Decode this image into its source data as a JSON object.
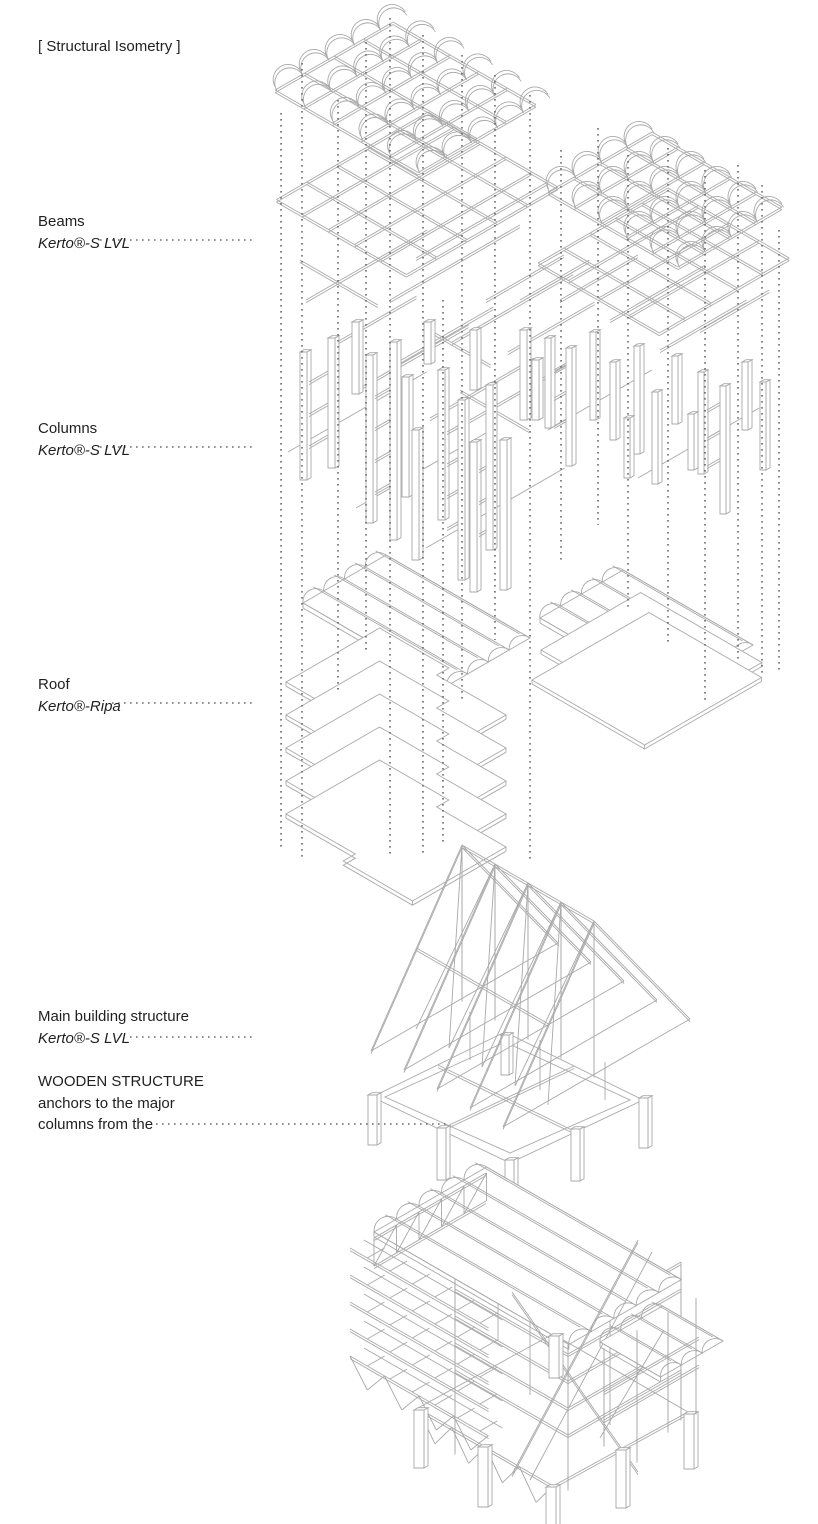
{
  "title": "[ Structural Isometry ]",
  "labels": {
    "beams": {
      "name": "Beams",
      "material": "Kerto®-S LVL"
    },
    "columns": {
      "name": "Columns",
      "material": "Kerto®-S LVL"
    },
    "roof": {
      "name": "Roof",
      "material": "Kerto®-Ripa"
    },
    "main_structure": {
      "name": "Main building structure",
      "material": "Kerto®-S LVL"
    },
    "anchor_note": {
      "line1": "WOODEN STRUCTURE",
      "line2": "anchors to the major",
      "line3": "columns from the"
    }
  },
  "colors": {
    "background": "#ffffff",
    "text": "#1f1f1f",
    "line_art": "#a9a9a9",
    "dotted": "#6a6a6a"
  }
}
